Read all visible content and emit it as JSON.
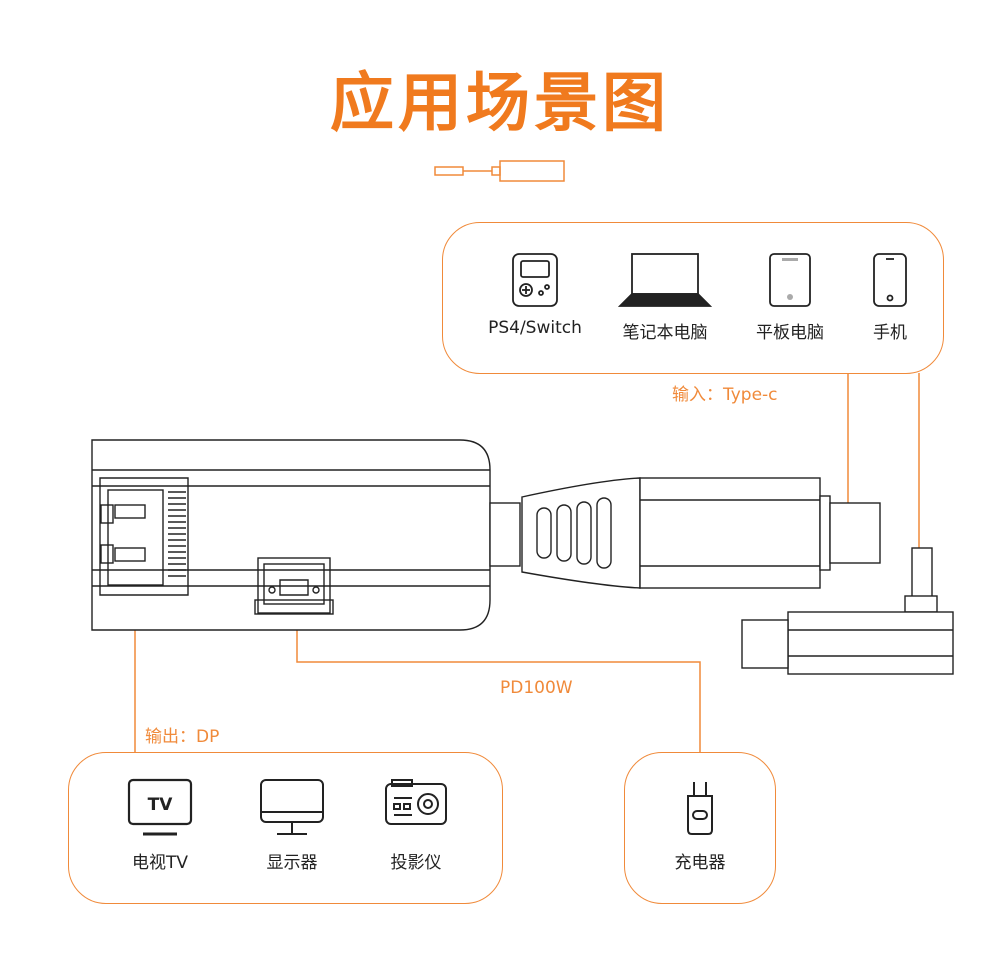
{
  "title": "应用场景图",
  "colors": {
    "accent": "#f07a1e",
    "line": "#f08a3a",
    "device": "#222222"
  },
  "input_devices": [
    {
      "label": "PS4/Switch",
      "icon": "game-console-icon"
    },
    {
      "label": "笔记本电脑",
      "icon": "laptop-icon"
    },
    {
      "label": "平板电脑",
      "icon": "tablet-icon"
    },
    {
      "label": "手机",
      "icon": "phone-icon"
    }
  ],
  "output_devices": [
    {
      "label": "电视TV",
      "icon": "tv-icon"
    },
    {
      "label": "显示器",
      "icon": "monitor-icon"
    },
    {
      "label": "投影仪",
      "icon": "projector-icon"
    }
  ],
  "charger": {
    "label": "充电器",
    "icon": "charger-icon"
  },
  "connections": {
    "input": "输入：Type-c",
    "output": "输出：DP",
    "power": "PD100W"
  }
}
